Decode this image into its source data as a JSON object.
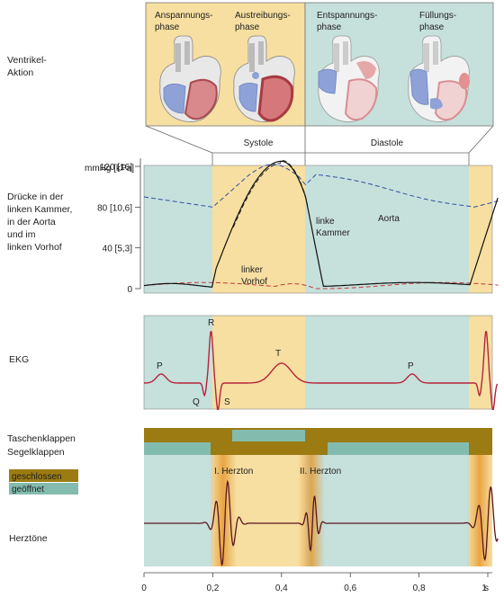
{
  "colors": {
    "yellow": "#f6dfa0",
    "teal": "#c6e0dc",
    "olive": "#9b7b12",
    "tealBar": "#83bcae",
    "ecg": "#b5233b",
    "sound": "#5a1620",
    "aorta": "#2f4fa0",
    "vorhof": "#c23b3b"
  },
  "left_labels": {
    "ventrikel": [
      "Ventrikel-",
      "Aktion"
    ],
    "druecke": [
      "Drücke in der",
      "linken Kammer,",
      "in der Aorta",
      "und im",
      "linken Vorhof"
    ],
    "ekg": "EKG",
    "taschenklappen": "Taschenklappen",
    "segelklappen": "Segelklappen",
    "geschlossen": "geschlossen",
    "geoeffnet": "geöffnet",
    "herztoene": "Herztöne"
  },
  "heart_phases": [
    {
      "label": [
        "Anspannungs-",
        "phase"
      ],
      "bg": "yellow"
    },
    {
      "label": [
        "Austreibungs-",
        "phase"
      ],
      "bg": "yellow"
    },
    {
      "label": [
        "Entspannungs-",
        "phase"
      ],
      "bg": "teal"
    },
    {
      "label": [
        "Füllungs-",
        "phase"
      ],
      "bg": "teal"
    }
  ],
  "cycle": {
    "systole": "Systole",
    "diastole": "Diastole"
  },
  "pressure": {
    "unit": "mmHg [kPa]",
    "ticks": [
      {
        "value": 120,
        "label": "120 [16]"
      },
      {
        "value": 80,
        "label": "80 [10,6]"
      },
      {
        "value": 40,
        "label": "40 [5,3]"
      },
      {
        "value": 0,
        "label": "0"
      }
    ],
    "labels": {
      "aorta": "Aorta",
      "kammer": [
        "linke",
        "Kammer"
      ],
      "vorhof": [
        "linker",
        "Vorhof"
      ]
    }
  },
  "ekg": {
    "waves": [
      "P",
      "Q",
      "R",
      "S",
      "T",
      "P"
    ]
  },
  "sounds": {
    "first": "I. Herzton",
    "second": "II. Herzton"
  },
  "time_axis": {
    "unit": "s",
    "ticks": [
      {
        "value": 0,
        "label": "0"
      },
      {
        "value": 0.2,
        "label": "0,2"
      },
      {
        "value": 0.4,
        "label": "0,4"
      },
      {
        "value": 0.6,
        "label": "0,6"
      },
      {
        "value": 0.8,
        "label": "0,8"
      },
      {
        "value": 1.0,
        "label": "1"
      }
    ]
  },
  "phases_time": {
    "systole_start": 0.2,
    "systole_end": 0.48,
    "next_systole": 0.96
  }
}
